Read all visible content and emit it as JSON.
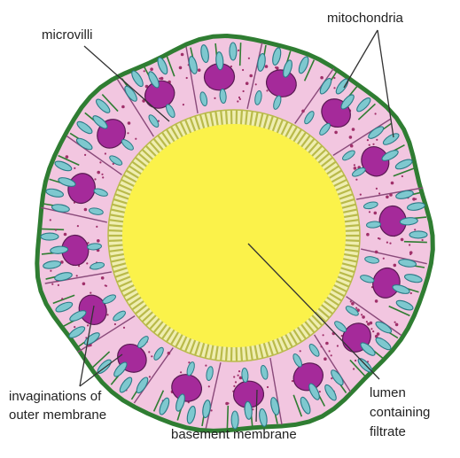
{
  "labels": {
    "microvilli": "microvilli",
    "mitochondria": "mitochondria",
    "invaginations_line1": "invaginations of",
    "invaginations_line2": "outer membrane",
    "basement": "basement membrane",
    "lumen_line1": "lumen",
    "lumen_line2": "containing",
    "lumen_line3": "filtrate"
  },
  "colors": {
    "basement_membrane": "#2f7d32",
    "cytoplasm": "#f2c6e0",
    "cytoplasm_dots": "#a0306a",
    "cell_walls": "#8a4a7a",
    "nucleus": "#a52a9a",
    "mitochondria": "#7ec8cf",
    "mitochondria_outline": "#2a7a86",
    "microvilli": "#b9ba4a",
    "lumen": "#fbf24a",
    "leader_lines": "#333333"
  }
}
